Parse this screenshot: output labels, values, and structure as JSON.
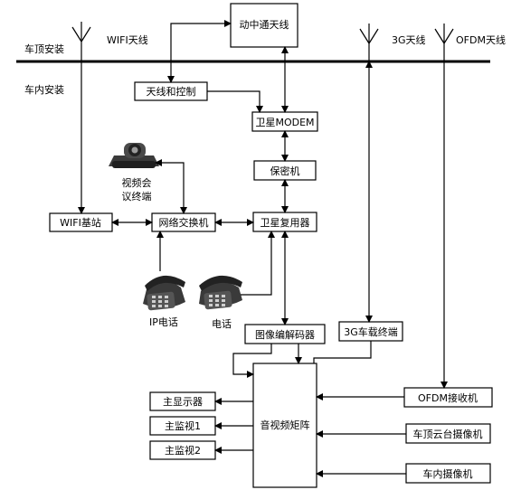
{
  "zones": {
    "roof": "车顶安装",
    "cabin": "车内安装"
  },
  "antennas": {
    "wifi": "WIFI天线",
    "g3": "3G天线",
    "ofdm": "OFDM天线"
  },
  "nodes": {
    "satcom_antenna": "动中通天线",
    "antenna_control": "天线和控制",
    "sat_modem": "卫星MODEM",
    "encryptor": "保密机",
    "sat_mux": "卫星复用器",
    "video_conf": "视频会议终端",
    "wifi_base": "WIFI基站",
    "switch": "网络交换机",
    "ip_phone": "IP电话",
    "phone": "电话",
    "codec": "图像编解码器",
    "g3_terminal": "3G车载终端",
    "av_matrix": "音视频矩阵",
    "main_display": "主显示器",
    "monitor1": "主监视1",
    "monitor2": "主监视2",
    "ofdm_rx": "OFDM接收机",
    "roof_ptz": "车顶云台摄像机",
    "cabin_cam": "车内摄像机"
  },
  "colors": {
    "line": "#000000",
    "device": "#2a2a2a"
  }
}
